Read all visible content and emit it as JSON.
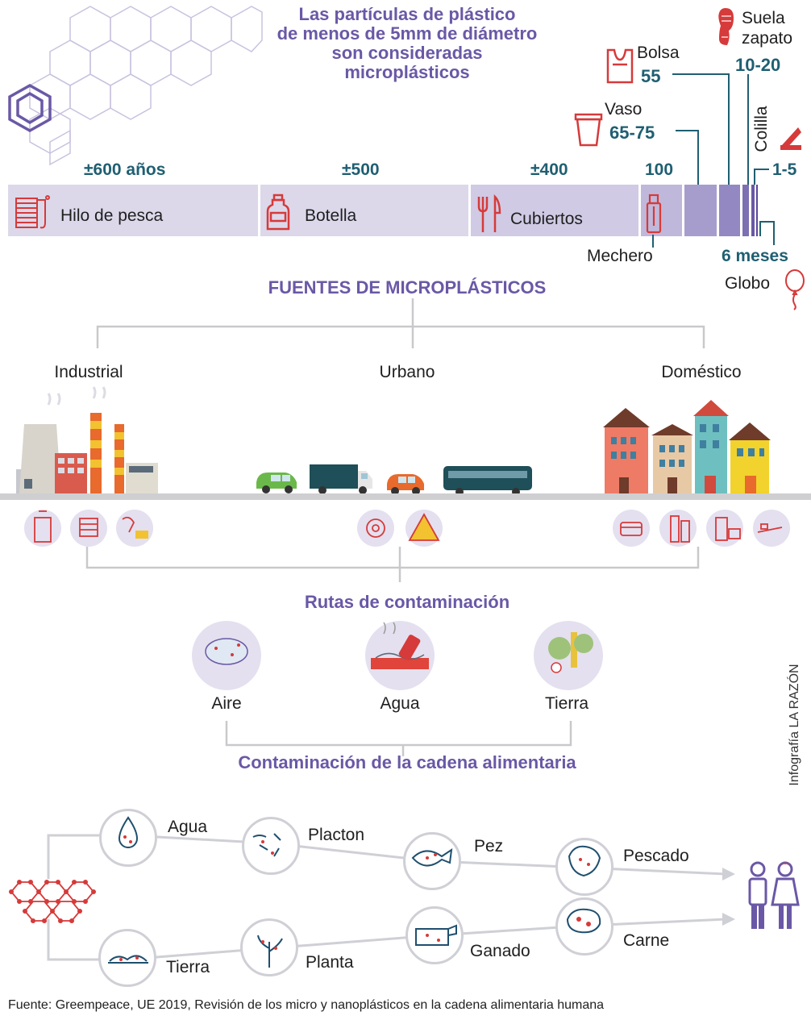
{
  "header": {
    "title_lines": [
      "Las partículas de plástico",
      "de menos de 5mm de diámetro",
      "son consideradas",
      "microplásticos"
    ]
  },
  "timeline": {
    "years": [
      {
        "label": "±600 años"
      },
      {
        "label": "±500"
      },
      {
        "label": "±400"
      },
      {
        "label": "100"
      }
    ],
    "items": [
      {
        "name": "Hilo de pesca",
        "icon": "fishing-line-icon"
      },
      {
        "name": "Botella",
        "icon": "bottle-icon"
      },
      {
        "name": "Cubiertos",
        "icon": "cutlery-icon"
      },
      {
        "name": "Mechero",
        "icon": "lighter-icon"
      }
    ],
    "callouts": {
      "vaso": {
        "name": "Vaso",
        "value": "65-75"
      },
      "bolsa": {
        "name": "Bolsa",
        "value": "55"
      },
      "suela": {
        "name": "Suela zapato",
        "value": "10-20"
      },
      "colilla": {
        "name": "Colilla",
        "value": "1-5"
      },
      "globo": {
        "name": "Globo",
        "value": "6 meses"
      }
    }
  },
  "sources": {
    "title": "FUENTES DE MICROPLÁSTICOS",
    "categories": [
      {
        "label": "Industrial"
      },
      {
        "label": "Urbano"
      },
      {
        "label": "Doméstico"
      }
    ]
  },
  "routes": {
    "title": "Rutas de contaminación",
    "items": [
      {
        "label": "Aire",
        "icon": "air-particles-icon"
      },
      {
        "label": "Agua",
        "icon": "water-bottle-icon"
      },
      {
        "label": "Tierra",
        "icon": "soil-trees-icon"
      }
    ]
  },
  "food_chain": {
    "title": "Contaminación de la cadena alimentaria",
    "top_row": [
      {
        "label": "Agua",
        "icon": "water-drop-icon"
      },
      {
        "label": "Placton",
        "icon": "plankton-icon"
      },
      {
        "label": "Pez",
        "icon": "fish-icon"
      },
      {
        "label": "Pescado",
        "icon": "fish-steak-icon"
      }
    ],
    "bottom_row": [
      {
        "label": "Tierra",
        "icon": "soil-icon"
      },
      {
        "label": "Planta",
        "icon": "plant-icon"
      },
      {
        "label": "Ganado",
        "icon": "cow-icon"
      },
      {
        "label": "Carne",
        "icon": "meat-icon"
      }
    ]
  },
  "credit": "Infografía LA RAZÓN",
  "source_note": "Fuente: Greempeace, UE 2019, Revisión de los micro y nanoplásticos en la cadena alimentaria humana",
  "colors": {
    "accent": "#6a58a6",
    "teal": "#1f5f72",
    "red": "#d63a3a",
    "bar": "#dcd8ea"
  }
}
